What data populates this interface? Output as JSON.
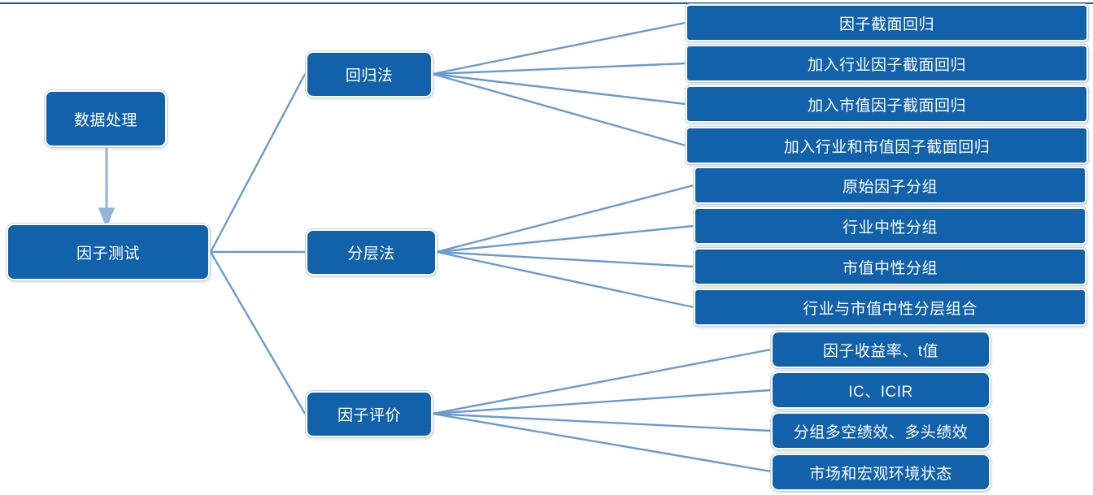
{
  "diagram": {
    "title_rule_color": "#1f5fa0",
    "node_fill": "#1261ab",
    "node_text_color": "#ffffff",
    "connector_color": "#6a9ad0",
    "background": "#ffffff",
    "nodes": {
      "data_processing": "数据处理",
      "factor_test": "因子测试",
      "branch_regression": "回归法",
      "branch_stratify": "分层法",
      "branch_evaluate": "因子评价"
    },
    "groups": [
      {
        "key": "regression",
        "parent": "回归法",
        "leaves": [
          "因子截面回归",
          "加入行业因子截面回归",
          "加入市值因子截面回归",
          "加入行业和市值因子截面回归"
        ]
      },
      {
        "key": "stratify",
        "parent": "分层法",
        "leaves": [
          "原始因子分组",
          "行业中性分组",
          "市值中性分组",
          "行业与市值中性分层组合"
        ]
      },
      {
        "key": "evaluate",
        "parent": "因子评价",
        "leaves": [
          "因子收益率、t值",
          "IC、ICIR",
          "分组多空绩效、多头绩效",
          "市场和宏观环境状态"
        ]
      }
    ]
  }
}
